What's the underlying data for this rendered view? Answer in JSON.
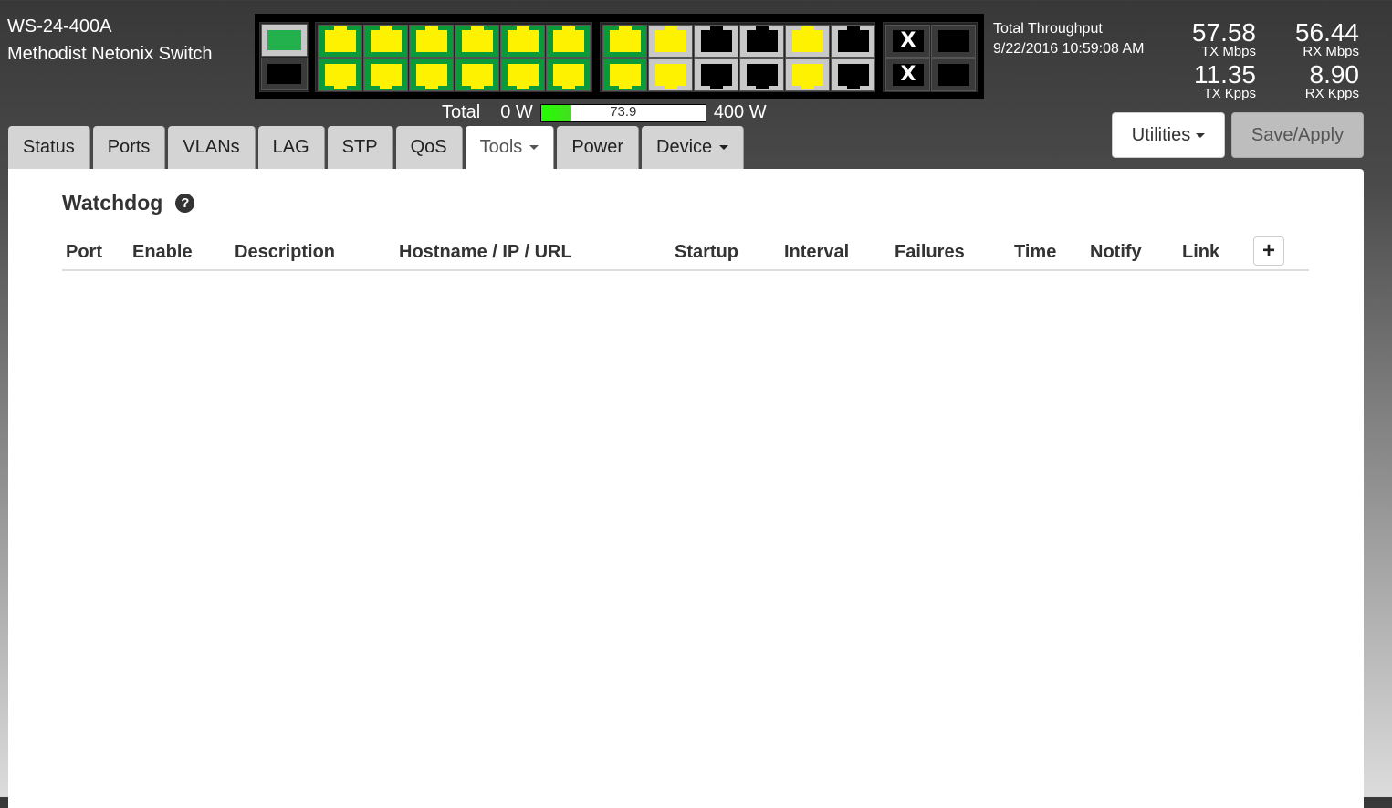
{
  "header": {
    "model": "WS-24-400A",
    "name": "Methodist Netonix Switch"
  },
  "ports": {
    "uplink": [
      {
        "frame": "gray",
        "fill": "green"
      },
      {
        "frame": "dark",
        "fill": "black"
      }
    ],
    "group1": {
      "top": [
        "gy",
        "gy",
        "gy",
        "gy",
        "gy",
        "gy"
      ],
      "bottom": [
        "gy",
        "gy",
        "gy",
        "gy",
        "gy",
        "gy"
      ]
    },
    "group2": {
      "top": [
        "gy",
        "ly",
        "lk",
        "lk",
        "ly",
        "lk"
      ],
      "bottom": [
        "gy",
        "ly",
        "lk",
        "lk",
        "ly",
        "lk"
      ]
    },
    "sfp": {
      "top": [
        "x",
        "k"
      ],
      "bottom": [
        "x",
        "k"
      ]
    },
    "sfp_mark": "X"
  },
  "power": {
    "label": "Total",
    "min": "0 W",
    "max": "400 W",
    "value": "73.9",
    "max_value": 400,
    "fill_color": "#22ff00"
  },
  "throughput": {
    "title": "Total Throughput",
    "timestamp": "9/22/2016 10:59:08 AM",
    "tx_mbps": "57.58",
    "tx_mbps_label": "TX Mbps",
    "rx_mbps": "56.44",
    "rx_mbps_label": "RX Mbps",
    "tx_kpps": "11.35",
    "tx_kpps_label": "TX Kpps",
    "rx_kpps": "8.90",
    "rx_kpps_label": "RX Kpps"
  },
  "buttons": {
    "utilities": "Utilities",
    "save": "Save/Apply"
  },
  "tabs": [
    {
      "label": "Status"
    },
    {
      "label": "Ports"
    },
    {
      "label": "VLANs"
    },
    {
      "label": "LAG"
    },
    {
      "label": "STP"
    },
    {
      "label": "QoS"
    },
    {
      "label": "Tools",
      "dropdown": true,
      "active": true
    },
    {
      "label": "Power"
    },
    {
      "label": "Device",
      "dropdown": true
    }
  ],
  "watchdog": {
    "title": "Watchdog",
    "help": "?",
    "add": "+",
    "columns": [
      "Port",
      "Enable",
      "Description",
      "Hostname / IP / URL",
      "Startup",
      "Interval",
      "Failures",
      "Time",
      "Notify",
      "Link"
    ]
  }
}
